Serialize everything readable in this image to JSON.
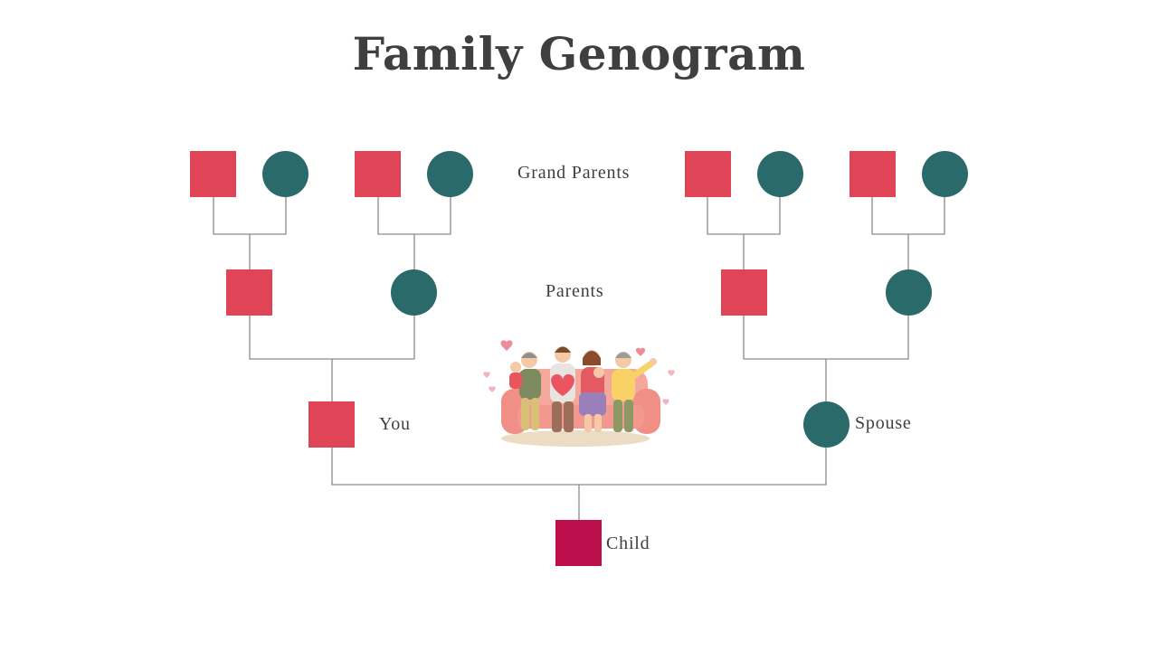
{
  "title": "Family Genogram",
  "labels": {
    "grand_parents": "Grand Parents",
    "parents": "Parents",
    "you": "You",
    "spouse": "Spouse",
    "child": "Child"
  },
  "colors": {
    "male": "#e04557",
    "female": "#2a6a6a",
    "child": "#bc0f4c",
    "line": "#8a8a8a",
    "text": "#3f3f3f"
  },
  "illustration": "family-on-sofa"
}
